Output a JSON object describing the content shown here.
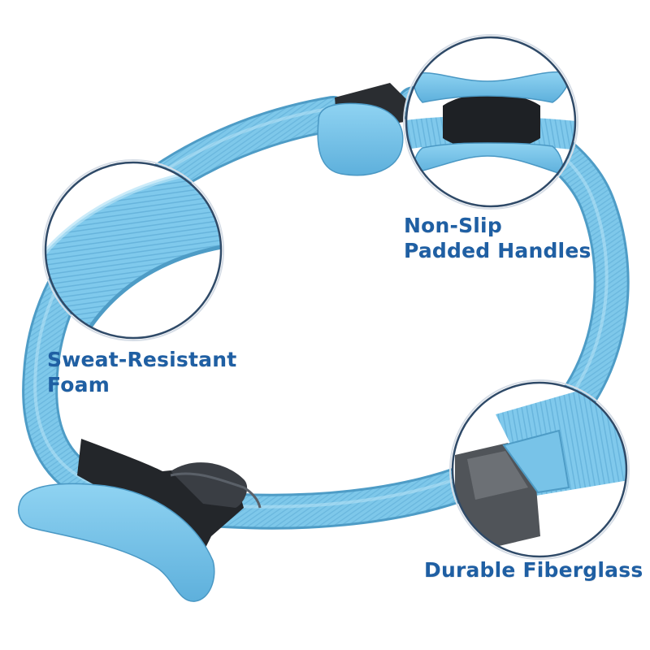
{
  "product": {
    "name": "pilates-ring",
    "ring_color": "#7ec8ea",
    "handle_color": "#2a2d31"
  },
  "callouts": {
    "handles": {
      "line1": "Non-Slip",
      "line2": "Padded Handles",
      "icon": "handle-zoom-icon"
    },
    "foam": {
      "line1": "Sweat-Resistant",
      "line2": "Foam",
      "icon": "foam-zoom-icon"
    },
    "fiberglass": {
      "line1": "Durable Fiberglass",
      "icon": "fiberglass-zoom-icon"
    }
  },
  "colors": {
    "label": "#1f5fa3",
    "callout_ring": "#2f4a68"
  }
}
